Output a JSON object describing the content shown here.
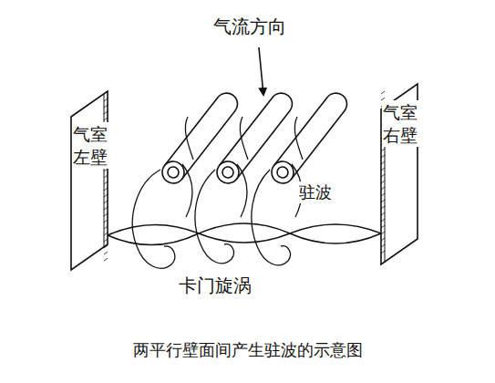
{
  "diagram": {
    "caption": "两平行壁面间产生驻波的示意图",
    "nodes": [
      {
        "text": [
          "气室左壁"
        ]
      },
      {
        "text": [
          "气室右壁"
        ]
      }
    ],
    "labels": [
      "气流方向",
      "驻波",
      "卡门旋涡"
    ]
  }
}
